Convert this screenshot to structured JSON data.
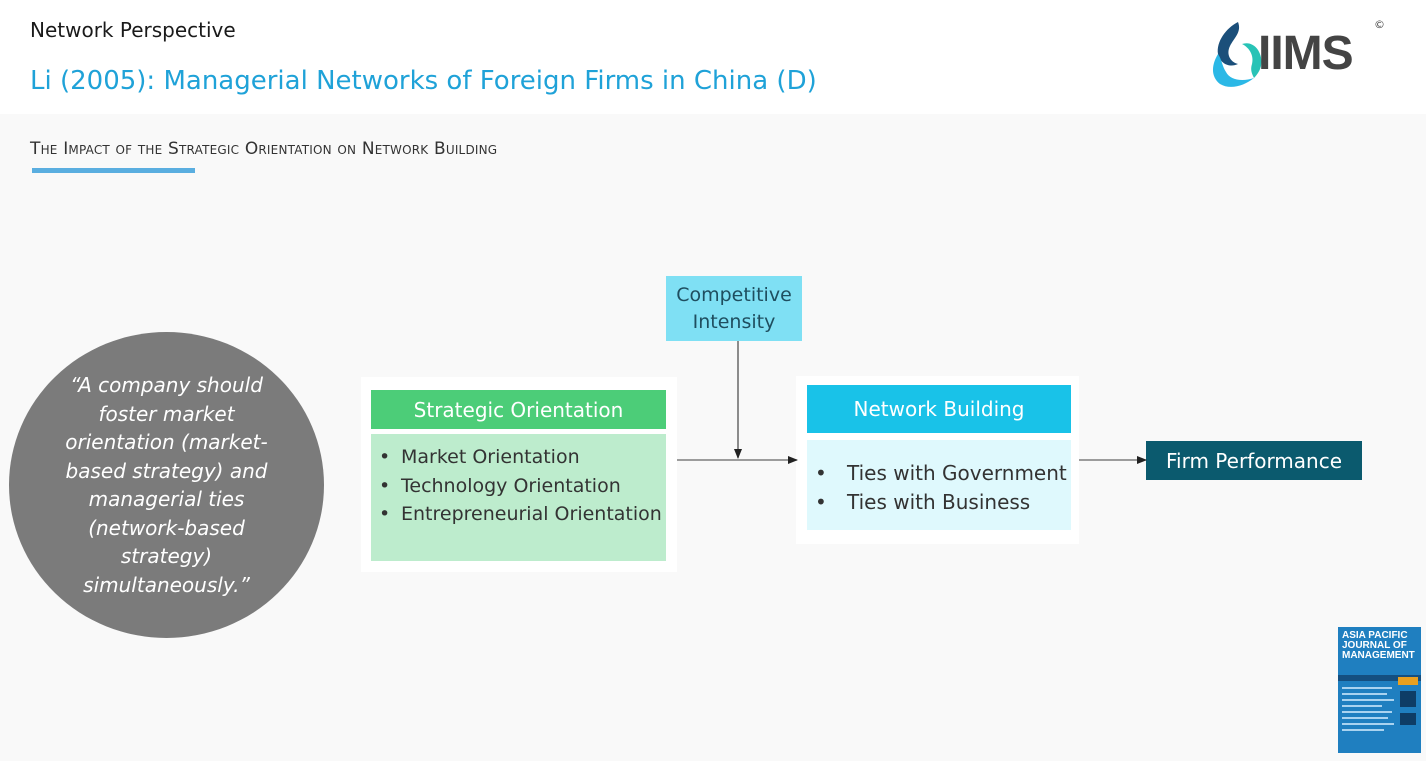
{
  "header": {
    "section": "Network Perspective",
    "title": "Li (2005): Managerial Networks of Foreign Firms in China (D)"
  },
  "logo": {
    "text": "IIMS",
    "copyright": "©"
  },
  "subtitle": "The Impact of the Strategic Orientation on Network Building",
  "quote": "“A company should foster market orientation (market-based strategy) and managerial ties (network-based strategy) simultaneously.”",
  "diagram": {
    "strategic": {
      "title": "Strategic Orientation",
      "items": [
        "Market Orientation",
        "Technology Orientation",
        "Entrepreneurial Orientation"
      ]
    },
    "moderator": {
      "line1": "Competitive",
      "line2": "Intensity"
    },
    "network": {
      "title": "Network Building",
      "items": [
        "Ties with Government",
        "Ties with Business"
      ]
    },
    "outcome": "Firm Performance"
  },
  "journal": {
    "title": "ASIA PACIFIC JOURNAL OF MANAGEMENT"
  },
  "colors": {
    "accent": "#1fa2d8",
    "strategic_head": "#4ccd78",
    "strategic_body": "#bdeccd",
    "network_head": "#19c2e8",
    "network_body": "#dff9fd",
    "moderator": "#7fe0f4",
    "outcome": "#0b5a6e",
    "quote_circle": "#7b7b7b"
  }
}
